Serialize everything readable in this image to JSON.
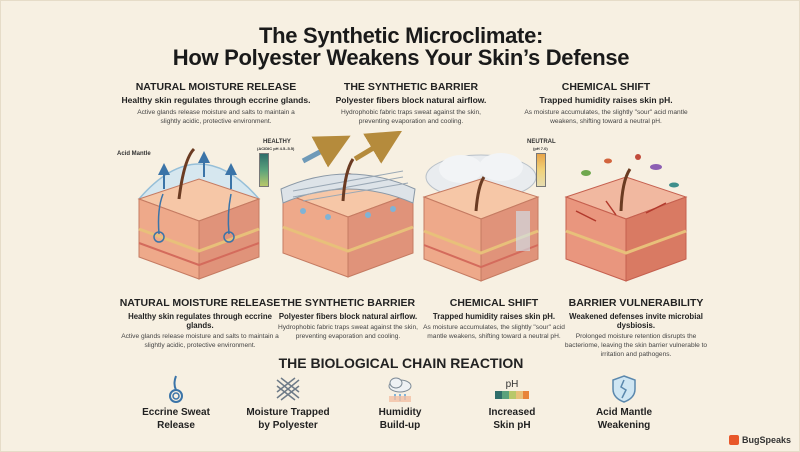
{
  "title": {
    "line1": "The Synthetic Microclimate:",
    "line2": "How Polyester Weakens Your Skin’s Defense"
  },
  "top_panels": [
    {
      "heading": "NATURAL MOISTURE RELEASE",
      "subheading": "Healthy skin regulates through eccrine glands.",
      "desc": "Active glands release moisture and salts to maintain a slightly acidic, protective environment."
    },
    {
      "heading": "THE SYNTHETIC BARRIER",
      "subheading": "Polyester fibers block natural airflow.",
      "desc": "Hydrophobic fabric traps sweat against the skin, preventing evaporation and cooling."
    },
    {
      "heading": "CHEMICAL SHIFT",
      "subheading": "Trapped humidity raises skin pH.",
      "desc": "As moisture accumulates, the slightly \"sour\" acid mantle weakens, shifting toward a neutral pH."
    }
  ],
  "illustration_labels": {
    "acid_mantle": "Acid Mantle",
    "healthy": "HEALTHY",
    "healthy_ph": "(ACIDIC pH 4.5–5.5)",
    "neutral": "NEUTRAL",
    "neutral_ph": "(pH 7.0)"
  },
  "bottom_panels": [
    {
      "heading": "NATURAL MOISTURE RELEASE",
      "subheading": "Healthy skin regulates through eccrine glands.",
      "desc": "Active glands release moisture and salts to maintain a slightly acidic, protective environment."
    },
    {
      "heading": "THE SYNTHETIC BARRIER",
      "subheading": "Polyester fibers block natural airflow.",
      "desc": "Hydrophobic fabric traps sweat against the skin, preventing evaporation and cooling."
    },
    {
      "heading": "CHEMICAL SHIFT",
      "subheading": "Trapped humidity raises skin pH.",
      "desc": "As moisture accumulates, the slightly \"sour\" acid mantle weakens, shifting toward a neutral pH."
    },
    {
      "heading": "BARRIER VULNERABILITY",
      "subheading": "Weakened defenses invite microbial dysbiosis.",
      "desc": "Prolonged moisture retention disrupts the bacteriome, leaving the skin barrier vulnerable to irritation and pathogens."
    }
  ],
  "chain": {
    "title": "THE BIOLOGICAL CHAIN REACTION",
    "items": [
      {
        "label1": "Eccrine Sweat",
        "label2": "Release",
        "icon": "sweat-gland-icon"
      },
      {
        "label1": "Moisture Trapped",
        "label2": "by Polyester",
        "icon": "fabric-mesh-icon"
      },
      {
        "label1": "Humidity",
        "label2": "Build-up",
        "icon": "cloud-icon"
      },
      {
        "label1": "Increased",
        "label2": "Skin pH",
        "icon": "ph-scale-icon",
        "icon_text": "pH"
      },
      {
        "label1": "Acid Mantle",
        "label2": "Weakening",
        "icon": "cracked-shield-icon"
      }
    ]
  },
  "brand": "BugSpeaks",
  "colors": {
    "background": "#f7f0e2",
    "skin": "#f2b99c",
    "skin_dark": "#d97a63",
    "sweat": "#5b9fd6",
    "accent_logo": "#e8572a"
  }
}
